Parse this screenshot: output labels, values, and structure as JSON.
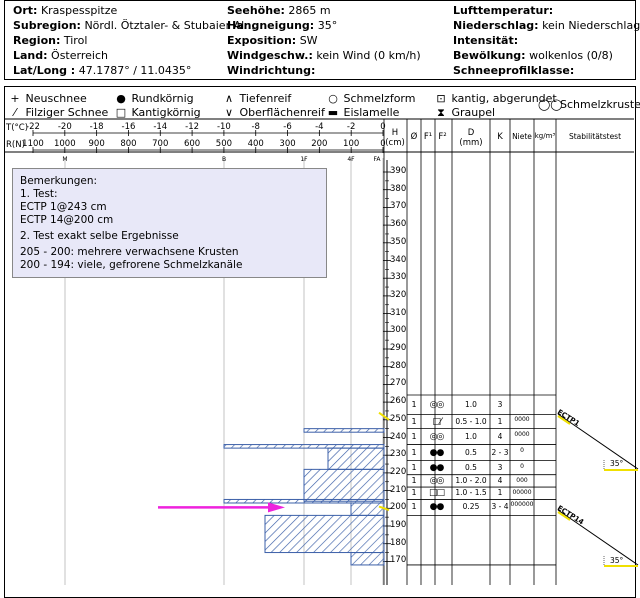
{
  "header": {
    "col1": [
      {
        "label": "Ort:",
        "value": "Kraspesspitze"
      },
      {
        "label": "Subregion:",
        "value": "Nördl. Ötztaler- & Stubaier Al..."
      },
      {
        "label": "Region:",
        "value": "Tirol"
      },
      {
        "label": "Land:",
        "value": "Österreich"
      },
      {
        "label": "Lat/Long :",
        "value": "47.1787° / 11.0435°"
      }
    ],
    "col2": [
      {
        "label": "Seehöhe:",
        "value": "2865 m"
      },
      {
        "label": "Hangneigung:",
        "value": "35°"
      },
      {
        "label": "Exposition:",
        "value": "SW"
      },
      {
        "label": "Windgeschw.:",
        "value": "kein Wind (0 km/h)"
      },
      {
        "label": "Windrichtung:",
        "value": ""
      }
    ],
    "col3": [
      {
        "label": "Lufttemperatur:",
        "value": ""
      },
      {
        "label": "Niederschlag:",
        "value": "kein Niederschlag"
      },
      {
        "label": "Intensität:",
        "value": ""
      },
      {
        "label": "Bewölkung:",
        "value": "wolkenlos (0/8)"
      },
      {
        "label": "Schneeprofilklasse:",
        "value": ""
      }
    ]
  },
  "legend": {
    "neuschnee": "Neuschnee",
    "filziger": "Filziger Schnee",
    "rundkoernig": "Rundkörnig",
    "kantigkoernig": "Kantigkörnig",
    "tiefenreif": "Tiefenreif",
    "oberflaechenreif": "Oberflächenreif",
    "schmelzform": "Schmelzform",
    "eislamelle": "Eislamelle",
    "kantig_abgerundet": "kantig, abgerundet",
    "graupel": "Graupel",
    "schmelzkruste": "Schmelzkruste"
  },
  "axes": {
    "t_label": "T(°C)",
    "t_ticks": [
      "-22",
      "-20",
      "-18",
      "-16",
      "-14",
      "-12",
      "-10",
      "-8",
      "-6",
      "-4",
      "-2",
      "0"
    ],
    "r_label": "R(N)",
    "r_ticks": [
      "1100",
      "1000",
      "900",
      "800",
      "700",
      "600",
      "500",
      "400",
      "300",
      "200",
      "100",
      "0"
    ],
    "hardness_marks": [
      "M",
      "B",
      "1F",
      "4F",
      "FA"
    ],
    "h_header": "H",
    "h_unit": "(cm)",
    "h_ticks": [
      "390",
      "380",
      "370",
      "360",
      "350",
      "340",
      "330",
      "320",
      "310",
      "300",
      "290",
      "280",
      "270",
      "260",
      "250",
      "240",
      "230",
      "220",
      "210",
      "200",
      "190",
      "180",
      "170"
    ]
  },
  "table_headers": {
    "null": "Ø",
    "f1": "F¹",
    "f2": "F²",
    "d": "D",
    "d_unit": "(mm)",
    "k": "K",
    "niete": "Niete",
    "density": "kg/m³",
    "stab": "Stabilitätstest"
  },
  "remarks": {
    "title": "Bemerkungen:",
    "lines": [
      "1. Test:",
      "ECTP 1@243 cm",
      "ECTP 14@200 cm",
      "2. Test exakt selbe Ergebnisse",
      "205 - 200: mehrere verwachsene Krusten",
      "200 - 194: viele, gefrorene Schmelzkanäle"
    ]
  },
  "layers": [
    {
      "z": "1",
      "d": "1.0",
      "k": "3",
      "niete": ""
    },
    {
      "z": "1",
      "d": "0.5 - 1.0",
      "k": "1",
      "niete": "0000"
    },
    {
      "z": "1",
      "d": "1.0",
      "k": "4",
      "niete": "0000"
    },
    {
      "z": "1",
      "d": "0.5",
      "k": "2 - 3",
      "niete": "0"
    },
    {
      "z": "1",
      "d": "0.5",
      "k": "3",
      "niete": "0"
    },
    {
      "z": "1",
      "d": "1.0 - 2.0",
      "k": "4",
      "niete": "000"
    },
    {
      "z": "1",
      "d": "1.0 - 1.5",
      "k": "1",
      "niete": "00000"
    },
    {
      "z": "1",
      "d": "0.25",
      "k": "3 - 4",
      "niete": "000000"
    }
  ],
  "stability": [
    {
      "label": "ECTP1",
      "angle": "35°"
    },
    {
      "label": "ECTP14",
      "angle": "35°"
    }
  ],
  "colors": {
    "hatch": "#3b5fa8",
    "arrow": "#ee22dd",
    "remark_bg": "#e8e8f8",
    "yellow": "#f0e000"
  }
}
